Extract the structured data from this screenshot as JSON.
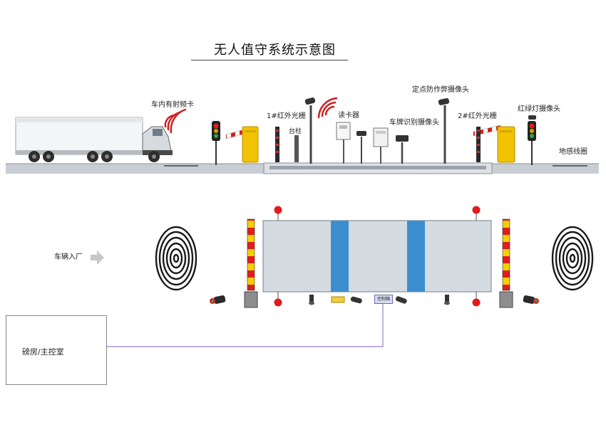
{
  "title": "无人值守系统示意图",
  "labels": {
    "rfid_card": "车内有射频卡",
    "grating1": "1#红外光栅",
    "platform_post": "台柱",
    "card_reader": "读卡器",
    "anti_cheat_camera": "定点防作弊摄像头",
    "plate_camera": "车牌识别摄像头",
    "grating2": "2#红外光栅",
    "traffic_light_camera": "红绿灯摄像头",
    "loop_coil": "地感线圈",
    "vehicle_entry": "车辆入厂",
    "control_box": "控制箱",
    "control_room": "磅房/主控室"
  },
  "colors": {
    "road": "#c9ced4",
    "barrier_cabinet": "#f2c200",
    "scale_platform": "#d4dbe1",
    "scale_stripe": "#3c8fce",
    "alarm_red": "#e11c1c",
    "control_line": "#9b7cc6"
  },
  "icons": [
    "truck-icon",
    "traffic-light-icon",
    "barrier-gate-icon",
    "camera-icon",
    "card-reader-icon",
    "infrared-grating-icon",
    "loop-coil-icon",
    "arrow-right-icon",
    "wireless-signal-icon"
  ]
}
